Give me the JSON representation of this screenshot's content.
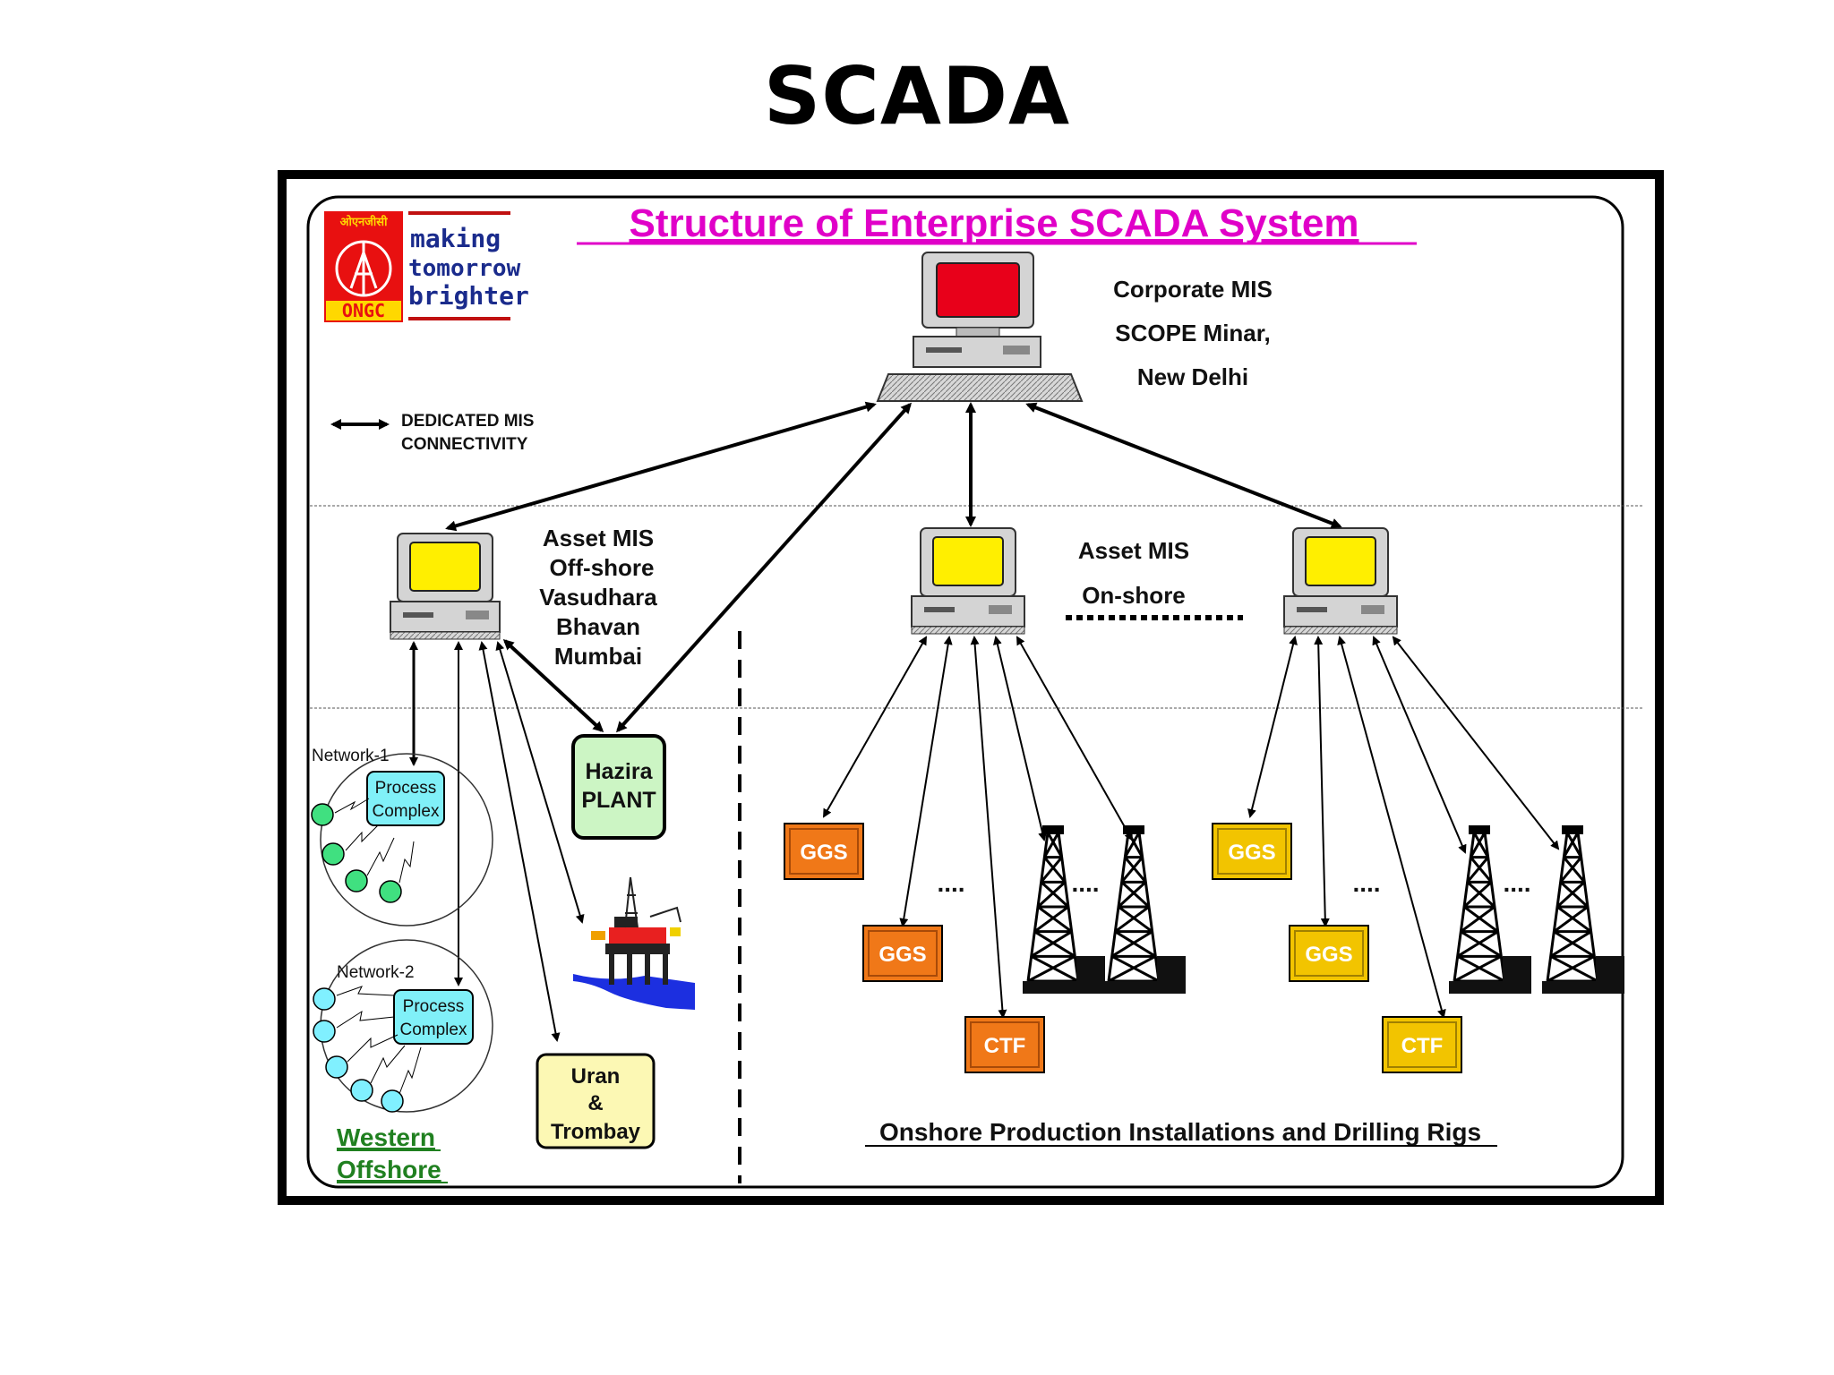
{
  "title": "SCADA",
  "diagram_title": "Structure of Enterprise SCADA System",
  "logo": {
    "org_hindi": "ओएनजीसी",
    "org": "ONGC",
    "tagline": [
      "making",
      "tomorrow",
      "brighter"
    ]
  },
  "legend": [
    "DEDICATED MIS",
    "CONNECTIVITY"
  ],
  "corporate": [
    "Corporate MIS",
    "SCOPE Minar,",
    "New Delhi"
  ],
  "asset_offshore": [
    "Asset MIS",
    "Off-shore",
    "Vasudhara",
    "Bhavan",
    "Mumbai"
  ],
  "asset_onshore": [
    "Asset MIS",
    "On-shore"
  ],
  "network1": {
    "label": "Network-1",
    "process": [
      "Process",
      "Complex"
    ]
  },
  "network2": {
    "label": "Network-2",
    "process": [
      "Process",
      "Complex"
    ]
  },
  "hazira": [
    "Hazira",
    "PLANT"
  ],
  "uran": [
    "Uran",
    "&",
    "Trombay"
  ],
  "western_offshore": [
    "Western",
    "Offshore"
  ],
  "ggs_label": "GGS",
  "ctf_label": "CTF",
  "ellipsis": "....",
  "onshore_caption": "Onshore Production Installations and Drilling Rigs",
  "colors": {
    "title_magenta": "#e000c8",
    "screen_red": "#e8001a",
    "screen_yellow": "#ffef00",
    "ggs_orange": "#f07818",
    "ggs_yellow": "#f2c400",
    "hazira_green": "#ccf5c4",
    "uran_yellow": "#fcf8b4",
    "process_cyan": "#80f0f8",
    "node_green": "#40e080",
    "node_cyan": "#80f0ff",
    "western_green": "#208020"
  }
}
